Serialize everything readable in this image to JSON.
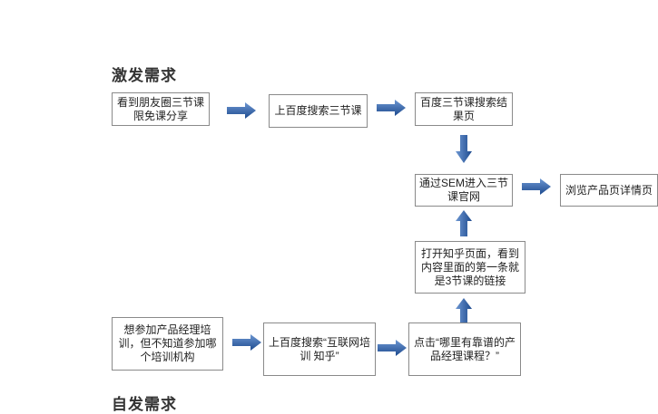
{
  "sections": {
    "top_title": "激发需求",
    "bottom_title": "自发需求"
  },
  "nodes": {
    "n1": "看到朋友圈三节课限免课分享",
    "n2": "上百度搜索三节课",
    "n3": "百度三节课搜索结果页",
    "n4": "通过SEM进入三节课官网",
    "n5": "浏览产品页详情页",
    "n6": "打开知乎页面，看到内容里面的第一条就是3节课的链接",
    "n7": "想参加产品经理培训，但不知道参加哪个培训机构",
    "n8": "上百度搜索“互联网培训 知乎”",
    "n9": "点击“哪里有靠谱的产品经理课程？”"
  },
  "colors": {
    "arrow_light": "#5b86c4",
    "arrow_dark": "#1d4a8e",
    "border": "#8a8a8a"
  }
}
